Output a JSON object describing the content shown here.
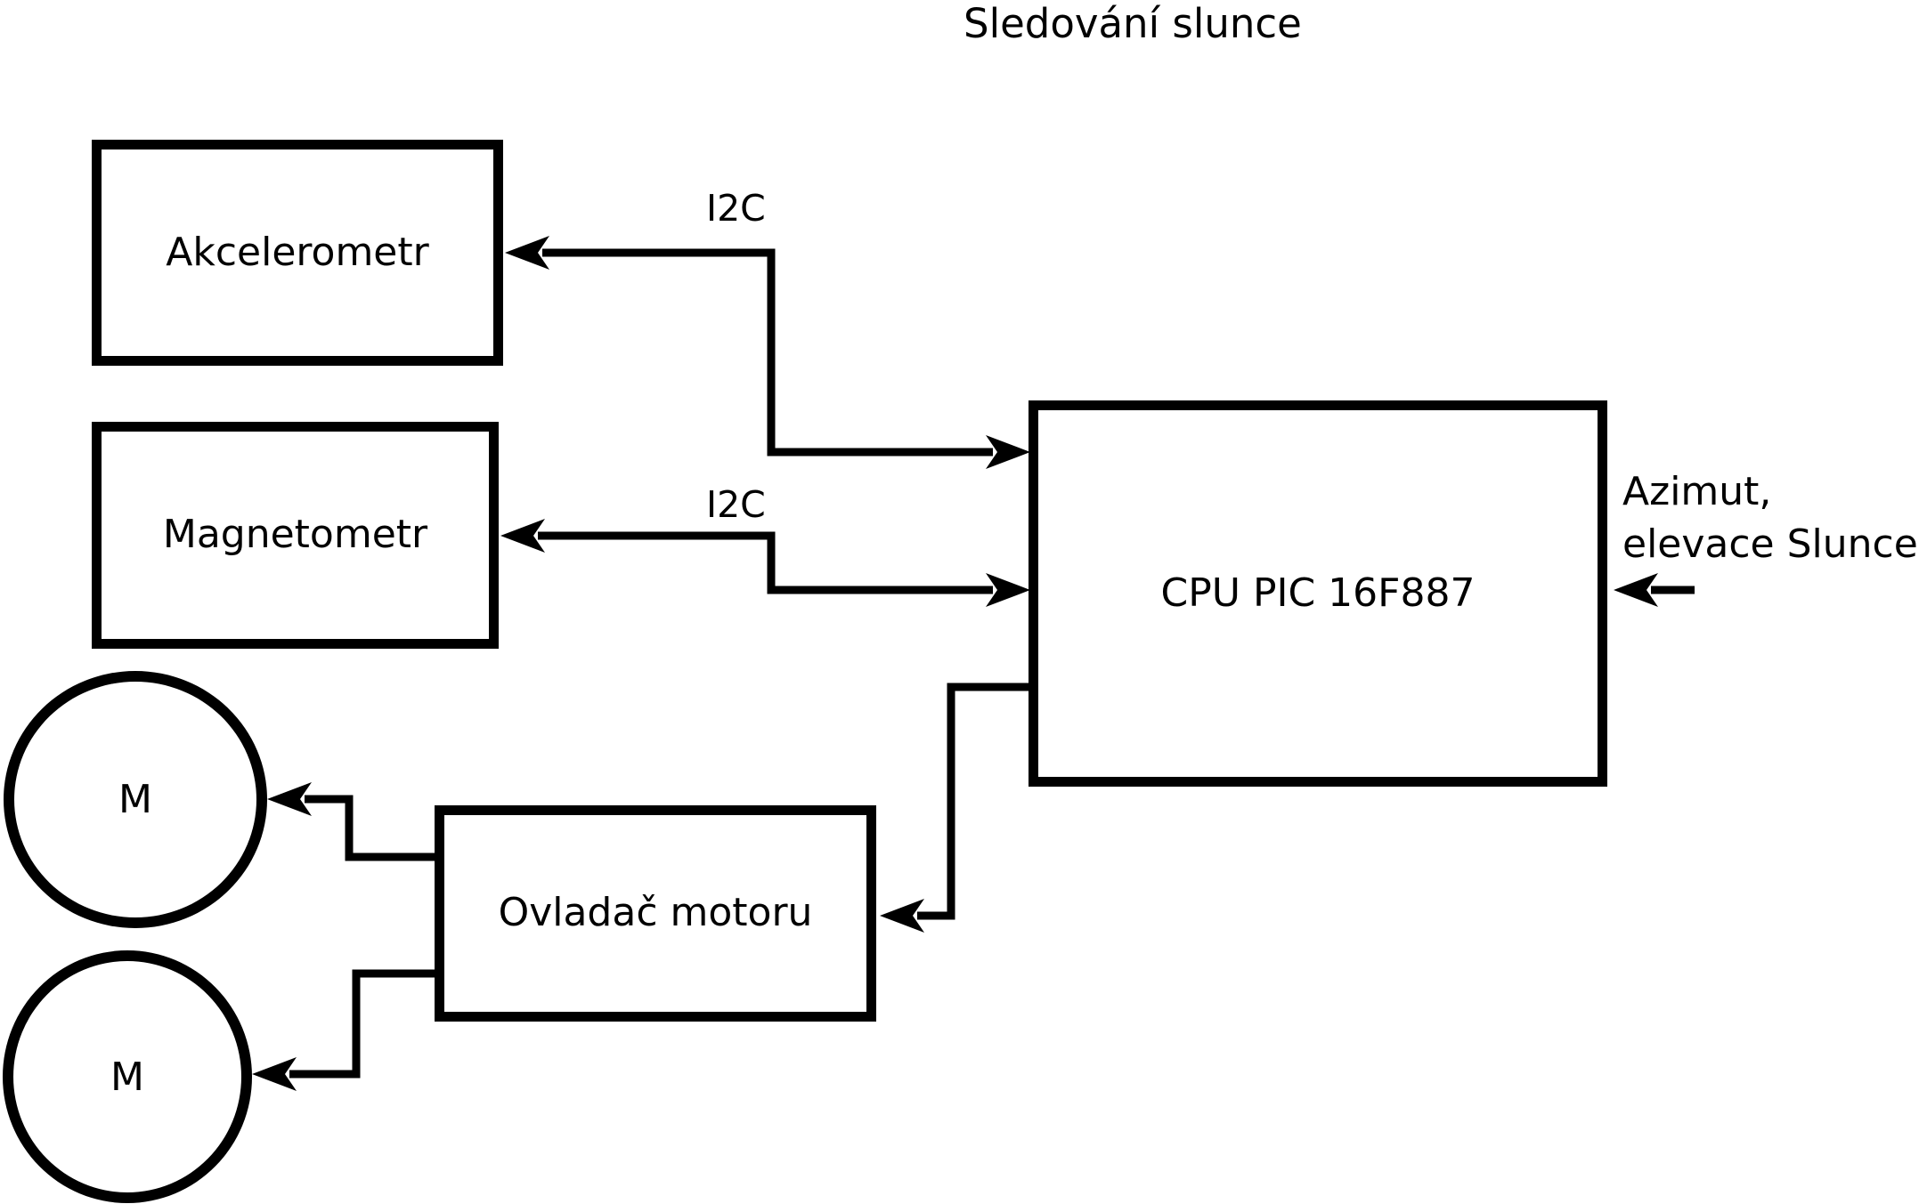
{
  "title": "Sledování slunce",
  "nodes": {
    "akcelerometr": {
      "label": "Akcelerometr"
    },
    "magnetometr": {
      "label": "Magnetometr"
    },
    "cpu": {
      "label": "CPU PIC 16F887"
    },
    "ovladac": {
      "label": "Ovladač motoru"
    },
    "motor1": {
      "label": "M"
    },
    "motor2": {
      "label": "M"
    }
  },
  "connections": {
    "i2c_akcelerometr": {
      "label": "I2C"
    },
    "i2c_magnetometr": {
      "label": "I2C"
    },
    "azimut_input": {
      "line1": "Azimut,",
      "line2": "elevace Slunce"
    }
  },
  "colors": {
    "line": "#000000",
    "background": "#ffffff"
  }
}
